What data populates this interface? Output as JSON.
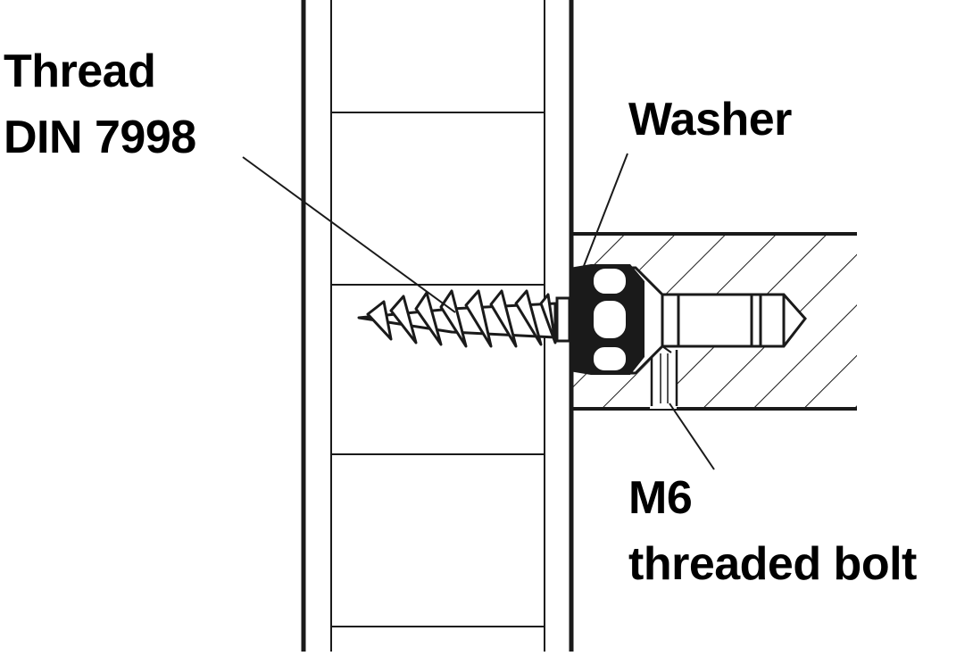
{
  "labels": {
    "thread_line1": "Thread",
    "thread_line2": "DIN 7998",
    "washer": "Washer",
    "bolt_line1": "M6",
    "bolt_line2": "threaded bolt"
  },
  "colors": {
    "ink": "#1a1a1a",
    "background": "#ffffff"
  }
}
